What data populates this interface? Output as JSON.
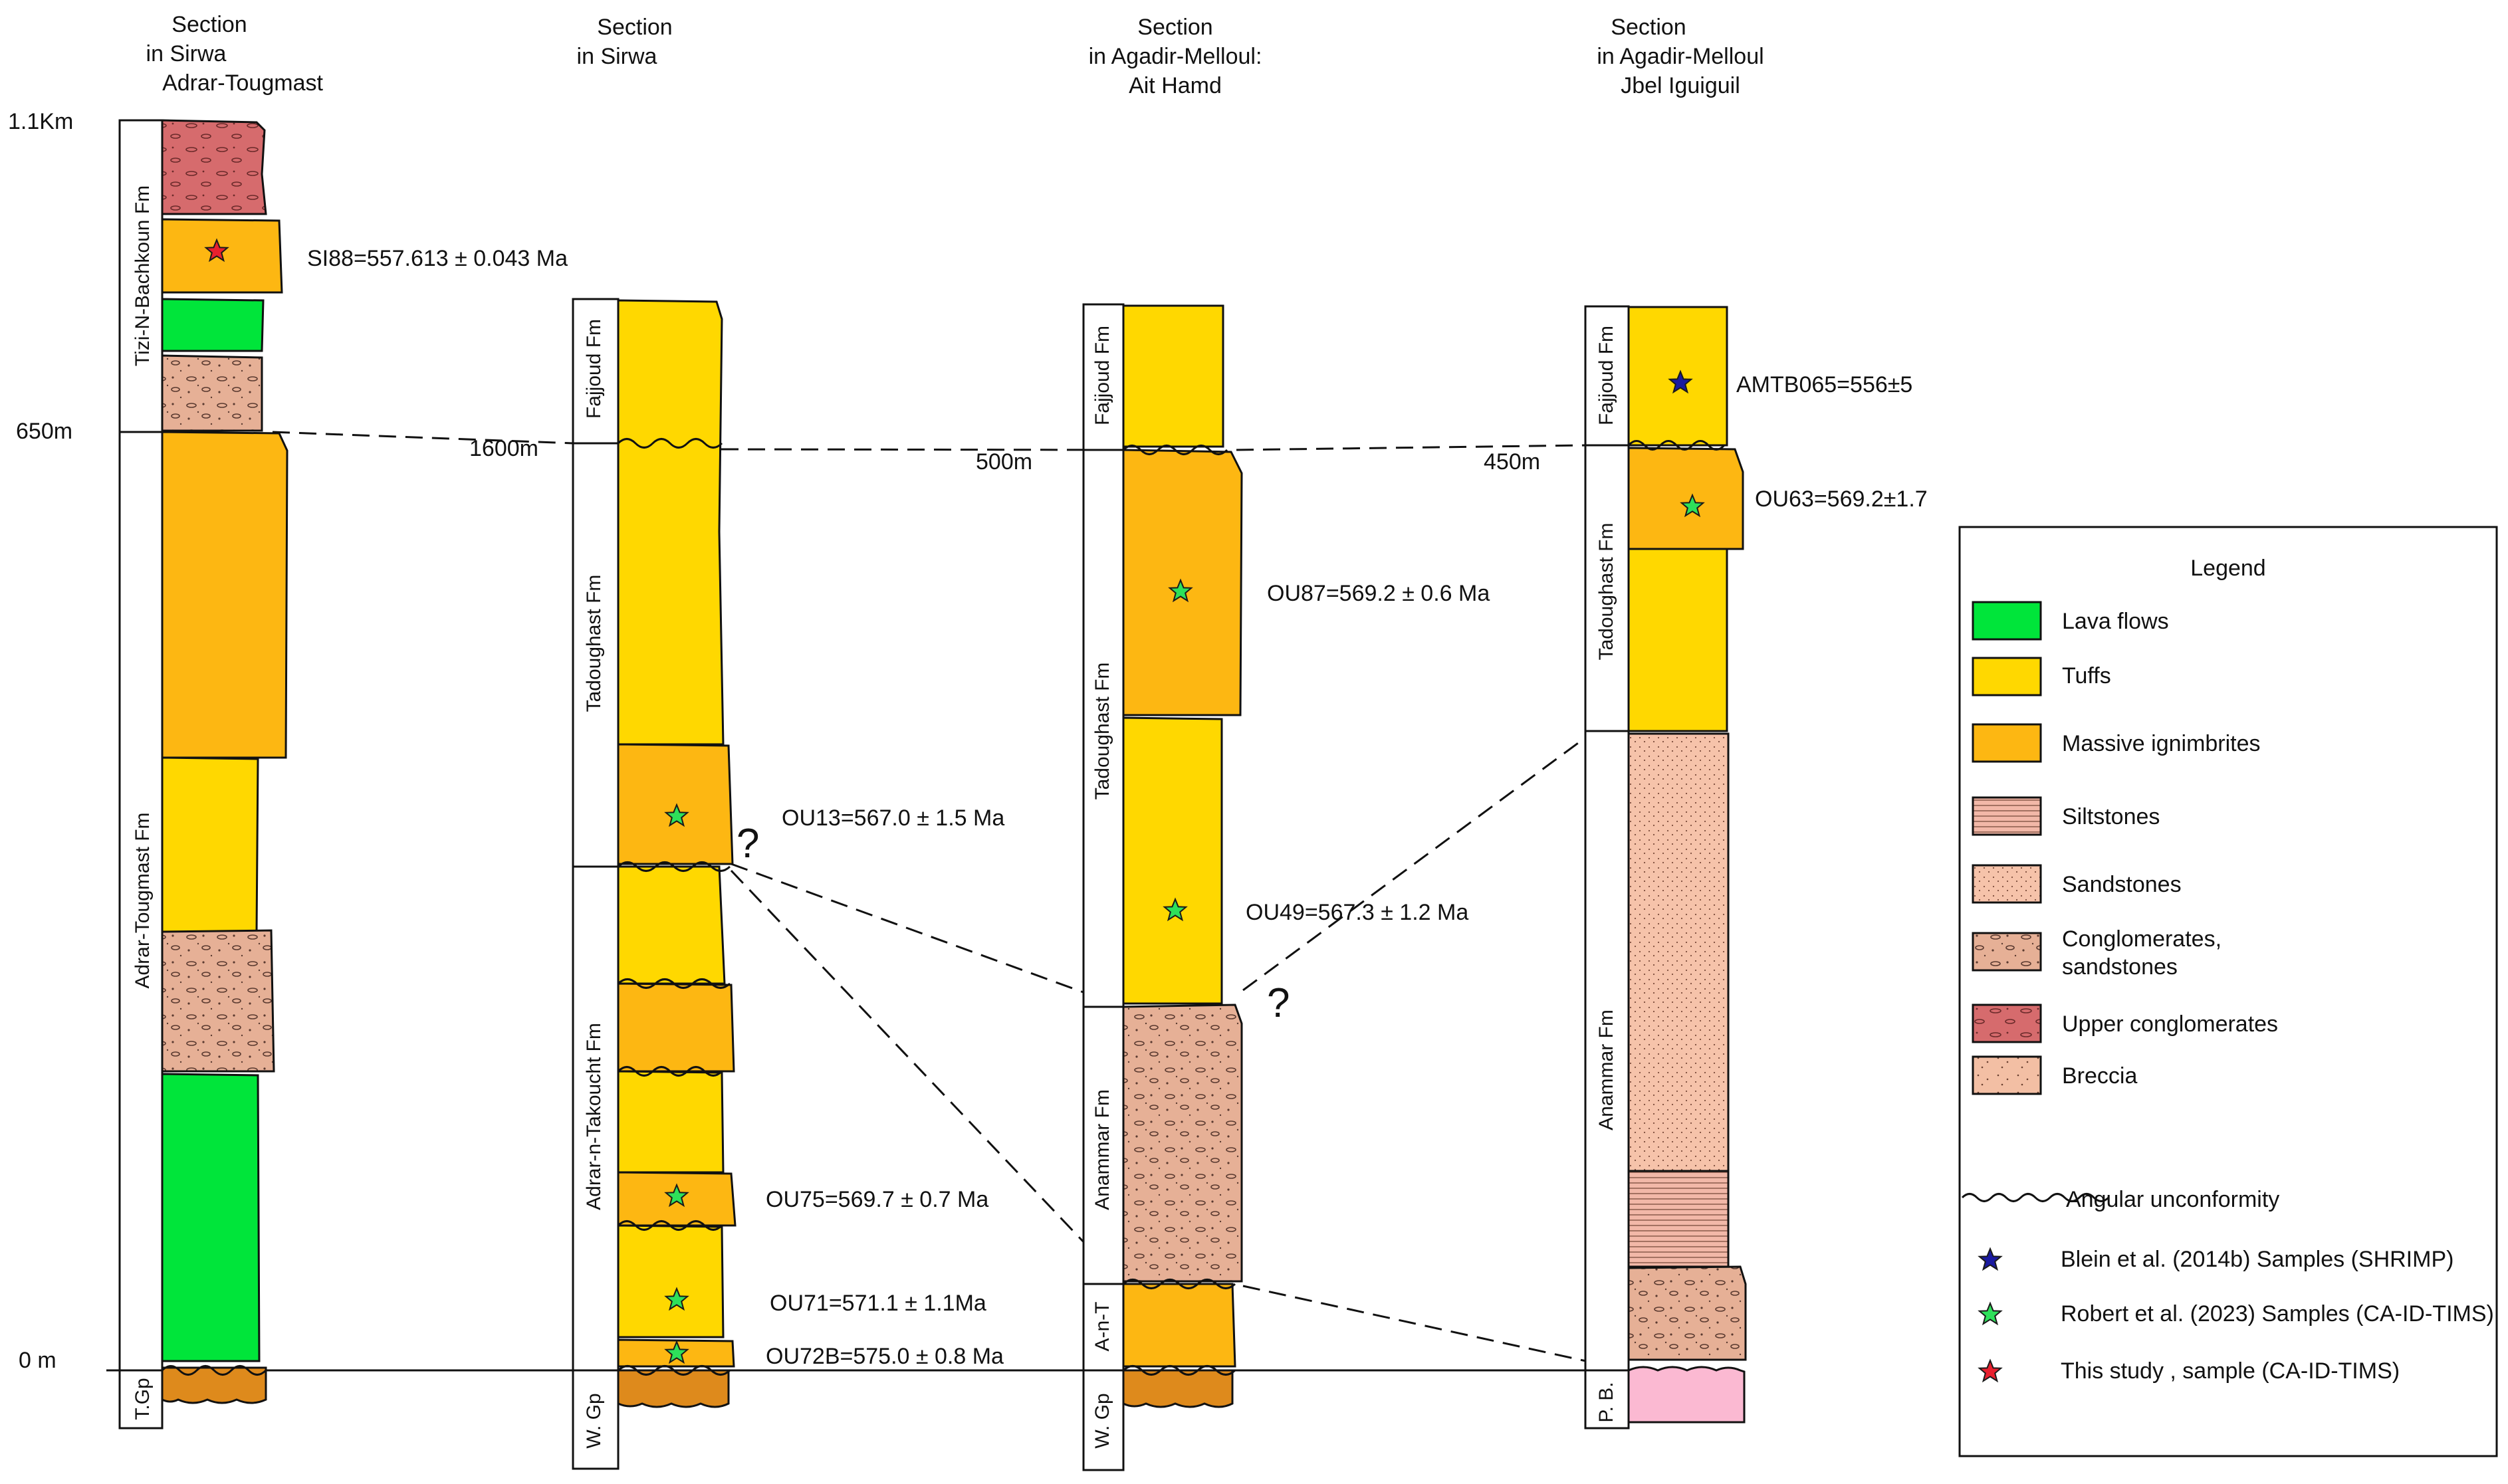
{
  "sections": [
    {
      "title_lines": [
        "Section",
        "in Sirwa",
        "Adrar-Tougmast"
      ],
      "scale_labels": [
        "1.1Km",
        "650m",
        "0 m"
      ],
      "formations": [
        "Tizi-N-Bachkoun  Fm",
        "Adrar-Tougmast  Fm",
        "T.Gp"
      ]
    },
    {
      "title_lines": [
        "Section",
        "in Sirwa"
      ],
      "scale_labels": [
        "1600m"
      ],
      "formations": [
        "Fajjoud Fm",
        "Tadoughast Fm",
        "Adrar-n-Takoucht Fm",
        "W. Gp"
      ]
    },
    {
      "title_lines": [
        "Section",
        "in Agadir-Melloul:",
        "Ait Hamd"
      ],
      "scale_labels": [
        "500m"
      ],
      "formations": [
        "Fajjoud Fm",
        "Tadoughast  Fm",
        "Anammar Fm",
        "A-n-T",
        "W. Gp"
      ]
    },
    {
      "title_lines": [
        "Section",
        "in Agadir-Melloul",
        "Jbel Iguiguil"
      ],
      "scale_labels": [
        "450m"
      ],
      "formations": [
        "Fajjoud Fm",
        "Tadoughast Fm",
        "Anammar Fm",
        "P. B."
      ]
    }
  ],
  "samples": [
    "SI88=557.613 ± 0.043 Ma",
    "OU13=567.0 ± 1.5 Ma",
    "OU75=569.7 ± 0.7 Ma",
    "OU71=571.1 ± 1.1Ma",
    "OU72B=575.0 ± 0.8 Ma",
    "OU87=569.2 ± 0.6 Ma",
    "OU49=567.3 ± 1.2 Ma",
    "AMTB065=556±5",
    "OU63=569.2±1.7"
  ],
  "question_mark": "?",
  "legend": {
    "title": "Legend",
    "items": [
      "Lava flows",
      "Tuffs",
      "Massive ignimbrites",
      "Siltstones",
      "Sandstones",
      "Conglomerates,",
      "sandstones",
      "Upper conglomerates",
      "Breccia",
      "Angular unconformity",
      "Blein et al. (2014b) Samples (SHRIMP)",
      "Robert et al. (2023) Samples (CA-ID-TIMS)",
      "This study , sample (CA-ID-TIMS)"
    ]
  },
  "colors": {
    "lava": "#00e53a",
    "tuff": "#ffd800",
    "ignimbrite": "#fdb712",
    "siltstone": "#f2b8a8",
    "sandstone": "#f6c3aa",
    "conglomerate": "#e6b096",
    "upper_conglomerate": "#d66b6d",
    "breccia": "#f3bfa4",
    "basement_orange": "#de8a1c",
    "basement_pink": "#fbb9d2",
    "star_blue": "#1a1aa0",
    "star_green": "#2ee05a",
    "star_red": "#e8202e"
  }
}
